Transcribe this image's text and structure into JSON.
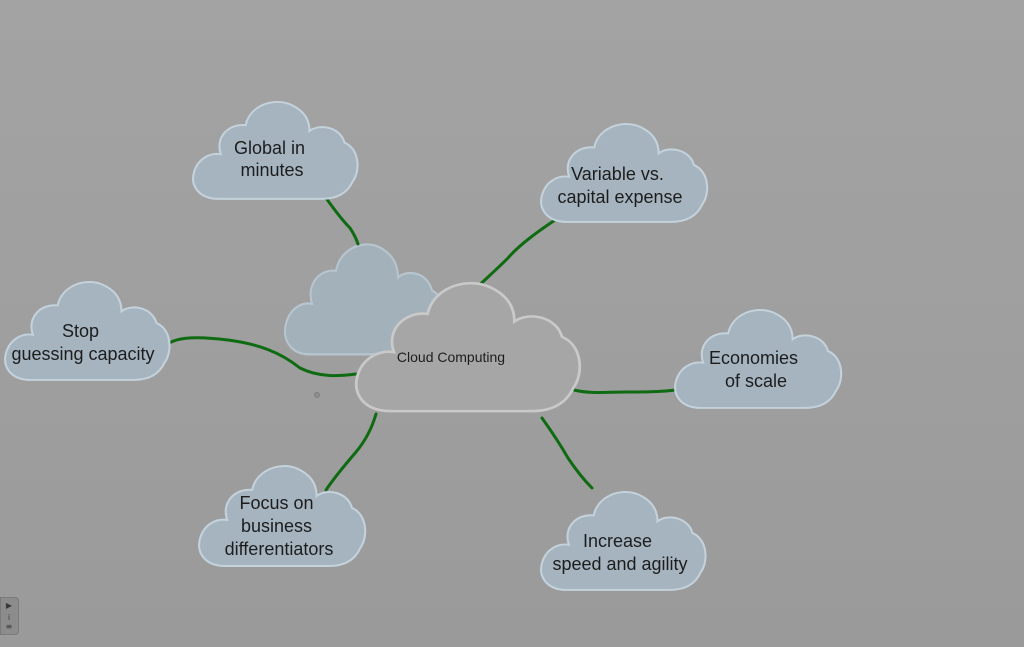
{
  "diagram": {
    "center": {
      "label": "Cloud Computing"
    },
    "nodes": [
      {
        "id": "global",
        "lines": [
          "Global in",
          "minutes"
        ]
      },
      {
        "id": "variable",
        "lines": [
          "Variable vs.",
          "capital expense"
        ]
      },
      {
        "id": "stop",
        "lines": [
          "Stop",
          "guessing capacity"
        ]
      },
      {
        "id": "economies",
        "lines": [
          "Economies",
          "of scale"
        ]
      },
      {
        "id": "focus",
        "lines": [
          "Focus on",
          "business",
          "differentiators"
        ]
      },
      {
        "id": "increase",
        "lines": [
          "Increase",
          "speed and agility"
        ]
      }
    ]
  },
  "colors": {
    "background": "#9e9e9e",
    "cloud_fill": "#a5b4bf",
    "cloud_outline": "#c4d2dc",
    "center_fill": "#a6a6a6",
    "connector": "#0f6b12",
    "text": "#1d1d1d"
  },
  "icons": {
    "corner_widget": [
      "play-icon",
      "info-icon"
    ]
  }
}
